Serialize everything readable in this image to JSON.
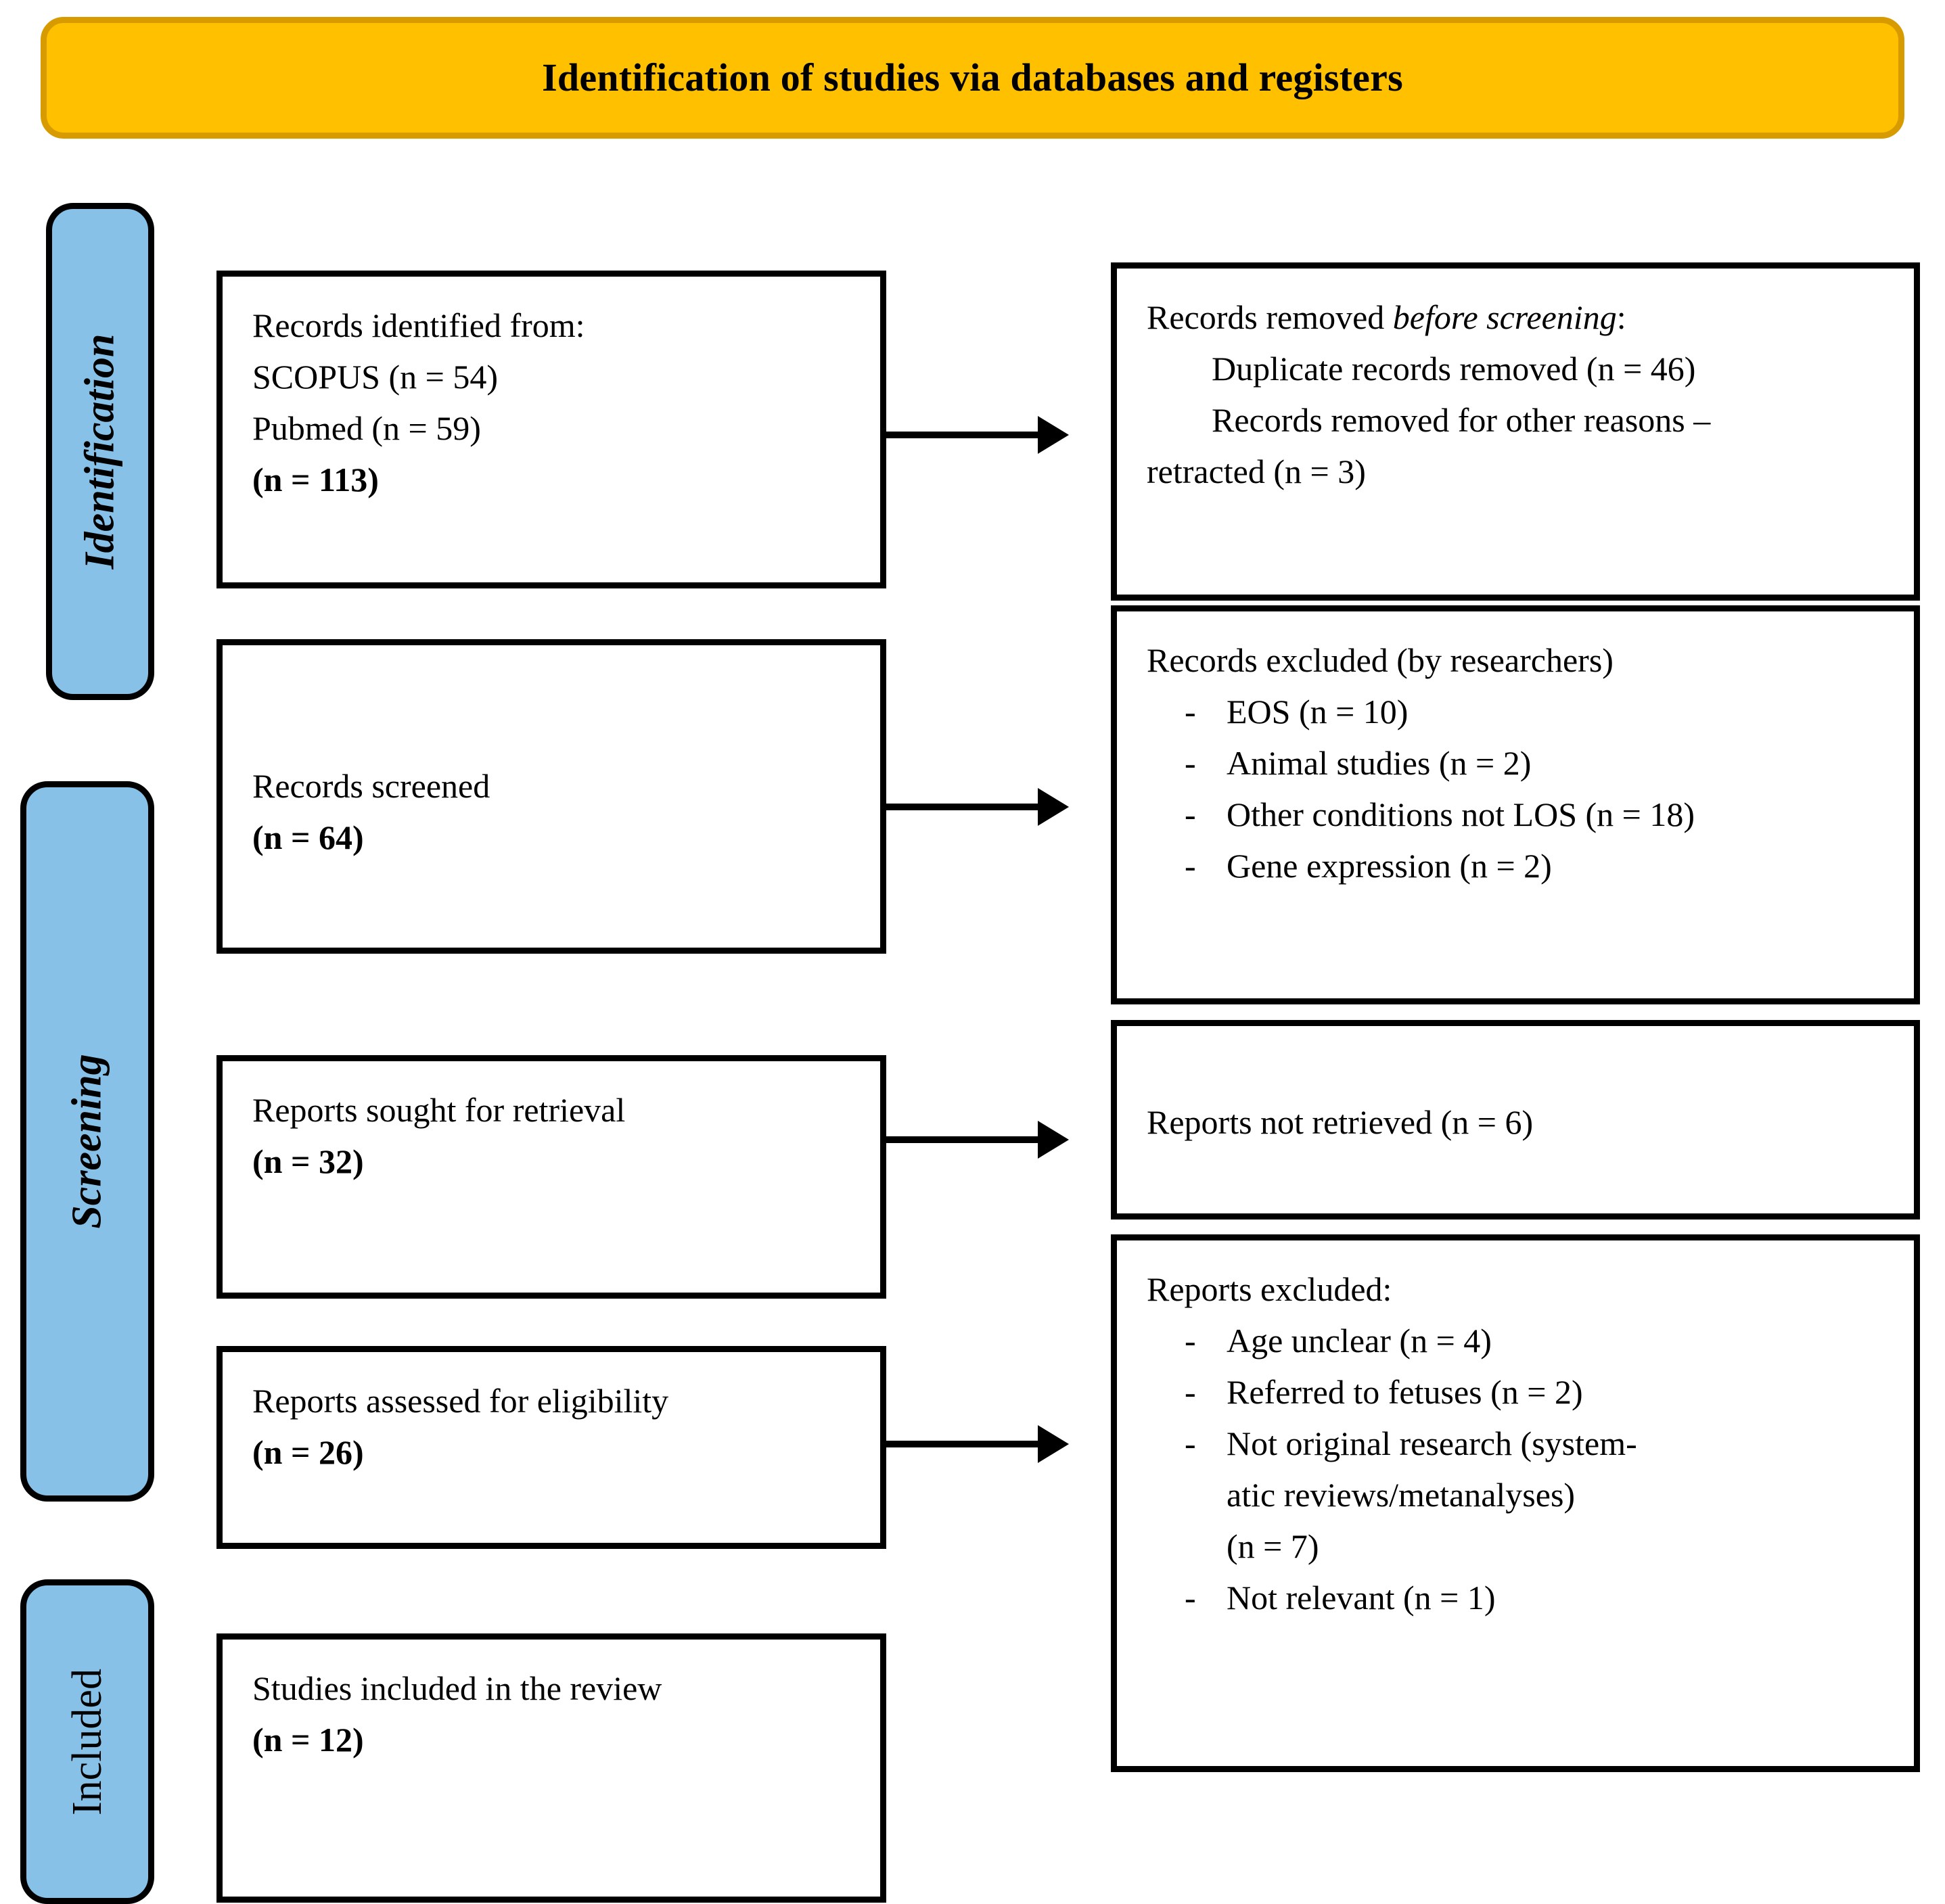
{
  "header": {
    "title": "Identification of studies via databases and registers"
  },
  "phases": [
    {
      "id": "identification",
      "label": "Identification",
      "style": "italic"
    },
    {
      "id": "screening",
      "label": "Screening",
      "style": "italic"
    },
    {
      "id": "included",
      "label": "Included",
      "style": "upright"
    }
  ],
  "left_column": {
    "records_identified": {
      "line1": "Records identified from:",
      "line2": "SCOPUS (n = 54)",
      "line3": "Pubmed (n = 59)",
      "total": "(n = 113)"
    },
    "records_screened": {
      "line1": "Records screened",
      "total": "(n = 64)"
    },
    "reports_sought": {
      "line1": "Reports sought for retrieval",
      "total": "(n = 32)"
    },
    "reports_assessed": {
      "line1": "Reports assessed for eligibility",
      "total": "(n = 26)"
    },
    "studies_included": {
      "line1": "Studies included in the review",
      "total": "(n = 12)"
    }
  },
  "right_column": {
    "records_removed": {
      "heading_prefix": "Records removed ",
      "heading_italic": "before screening",
      "heading_suffix": ":",
      "items": [
        "Duplicate records removed (n = 46)",
        "Records removed for other reasons –",
        "retracted (n = 3)"
      ]
    },
    "records_excluded": {
      "heading": "Records excluded (by researchers)",
      "dash": "-",
      "items": [
        "EOS (n = 10)",
        "Animal studies (n = 2)",
        "Other conditions not LOS (n = 18)",
        "Gene expression (n = 2)"
      ]
    },
    "reports_not_retrieved": {
      "heading": "Reports not retrieved (n = 6)"
    },
    "reports_excluded": {
      "heading": "Reports excluded:",
      "dash": "-",
      "items": [
        "Age unclear (n = 4)",
        "Referred to fetuses (n = 2)",
        "Not original research (system-",
        "Not relevant (n = 1)"
      ],
      "item3_cont_line1": "atic reviews/metanalyses)",
      "item3_cont_line2": "(n = 7)"
    }
  },
  "arrows": [
    {
      "id": "arrow-identification",
      "from": "records_identified",
      "to": "records_removed"
    },
    {
      "id": "arrow-screening",
      "from": "records_screened",
      "to": "records_excluded"
    },
    {
      "id": "arrow-retrieval",
      "from": "reports_sought",
      "to": "reports_not_retrieved"
    },
    {
      "id": "arrow-eligibility",
      "from": "reports_assessed",
      "to": "reports_excluded"
    }
  ],
  "colors": {
    "header_fill": "#FFC000",
    "header_border": "#D79B00",
    "phase_fill": "#87C1E8",
    "box_border": "#000000",
    "page_background": "#FFFFFF"
  }
}
